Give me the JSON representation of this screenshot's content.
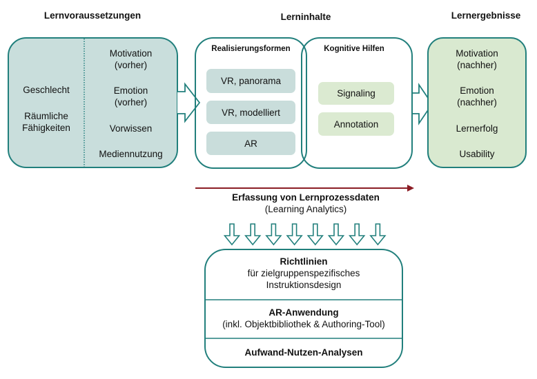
{
  "colors": {
    "border": "#217f7c",
    "prereq_fill": "#c9dedc",
    "outcome_fill": "#d9e9d0",
    "form_pill": "#c9dddb",
    "aid_pill": "#dbead1",
    "timeline": "#8b1c24"
  },
  "columns": {
    "prerequisites": {
      "heading": "Lernvoraussetzungen",
      "left_items": [
        "Geschlecht",
        "Räumliche",
        "Fähigkeiten"
      ],
      "right_items": [
        {
          "line1": "Motivation",
          "line2": "(vorher)"
        },
        {
          "line1": "Emotion",
          "line2": "(vorher)"
        },
        {
          "line1": "Vorwissen"
        },
        {
          "line1": "Mediennutzung"
        }
      ]
    },
    "contents": {
      "heading": "Lerninhalte",
      "forms": {
        "title": "Realisierungsformen",
        "items": [
          "VR, panorama",
          "VR, modelliert",
          "AR"
        ]
      },
      "aids": {
        "title": "Kognitive Hilfen",
        "items": [
          "Signaling",
          "Annotation"
        ]
      }
    },
    "outcomes": {
      "heading": "Lernergebnisse",
      "items": [
        {
          "line1": "Motivation",
          "line2": "(nachher)"
        },
        {
          "line1": "Emotion",
          "line2": "(nachher)"
        },
        {
          "line1": "Lernerfolg"
        },
        {
          "line1": "Usability"
        }
      ]
    }
  },
  "analytics": {
    "title": "Erfassung von Lernprozessdaten",
    "subtitle": "(Learning Analytics)",
    "arrow_count": 8
  },
  "deliverables": [
    {
      "title": "Richtlinien",
      "lines": [
        "für zielgruppenspezifisches",
        "Instruktionsdesign"
      ]
    },
    {
      "title": "AR-Anwendung",
      "lines": [
        "(inkl. Objektbibliothek & Authoring-Tool)"
      ]
    },
    {
      "title": "Aufwand-Nutzen-Analysen",
      "lines": []
    }
  ]
}
